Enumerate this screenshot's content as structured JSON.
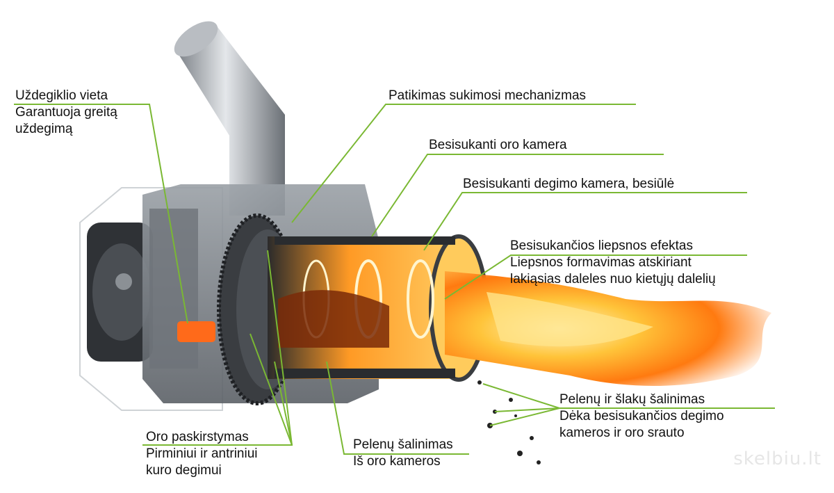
{
  "labels": {
    "igniter": {
      "title": "Uždegiklio vieta",
      "desc": [
        "Garantuoja greitą",
        "uždegimą"
      ]
    },
    "rotation": {
      "title": "Patikimas sukimosi mechanizmas"
    },
    "air_chamber": {
      "title": "Besisukanti oro kamera"
    },
    "combustion_chamber": {
      "title": "Besisukanti degimo kamera, besiūlė"
    },
    "flame_effect": {
      "title": "Besisukančios liepsnos efektas",
      "desc": [
        "Liepsnos formavimas atskiriant",
        "lakiąsias daleles nuo kietųjų dalelių"
      ]
    },
    "ash_removal_rot": {
      "title": "Pelenų ir šlakų šalinimas",
      "desc": [
        "Dėka besisukančios degimo",
        "kameros ir oro srauto"
      ]
    },
    "air_distribution": {
      "title": "Oro paskirstymas",
      "desc": [
        "Pirminiui ir antriniui",
        "kuro degimui"
      ]
    },
    "ash_removal_air": {
      "title": "Pelenų šalinimas",
      "desc": [
        "Iš oro kameros"
      ]
    }
  },
  "watermark": "skelbiu.lt",
  "colors": {
    "leader": "#7ab833",
    "flame": "#ff8a1a",
    "metal": "#8a8f96"
  }
}
